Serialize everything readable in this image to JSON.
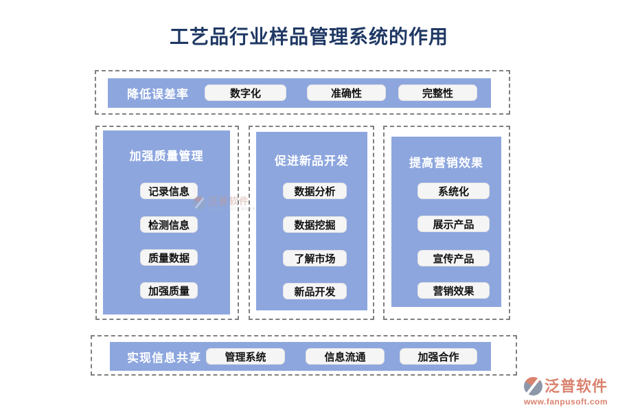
{
  "page": {
    "title": "工艺品行业样品管理系统的作用"
  },
  "colors": {
    "accent_blue": "#8DA6DE",
    "title_navy": "#1F3864",
    "dash_gray": "#7F7F7F",
    "pill_bg": "#F5F5F5",
    "logo_coral": "#D9826E"
  },
  "top_band": {
    "label": "降低误差率",
    "items": [
      "数字化",
      "准确性",
      "完整性"
    ]
  },
  "columns": [
    {
      "title": "加强质量管理",
      "items": [
        "记录信息",
        "检测信息",
        "质量数据",
        "加强质量"
      ]
    },
    {
      "title": "促进新品开发",
      "items": [
        "数据分析",
        "数据挖掘",
        "了解市场",
        "新品开发"
      ]
    },
    {
      "title": "提高营销效果",
      "items": [
        "系统化",
        "展示产品",
        "宣传产品",
        "营销效果"
      ]
    }
  ],
  "bottom_band": {
    "label": "实现信息共享",
    "items": [
      "管理系统",
      "信息流通",
      "加强合作"
    ]
  },
  "watermark": {
    "name": "泛普软件",
    "subtext": "FANPU SOFTWARE"
  },
  "logo": {
    "name": "泛普软件",
    "url": "www.fanpusoft.com"
  }
}
